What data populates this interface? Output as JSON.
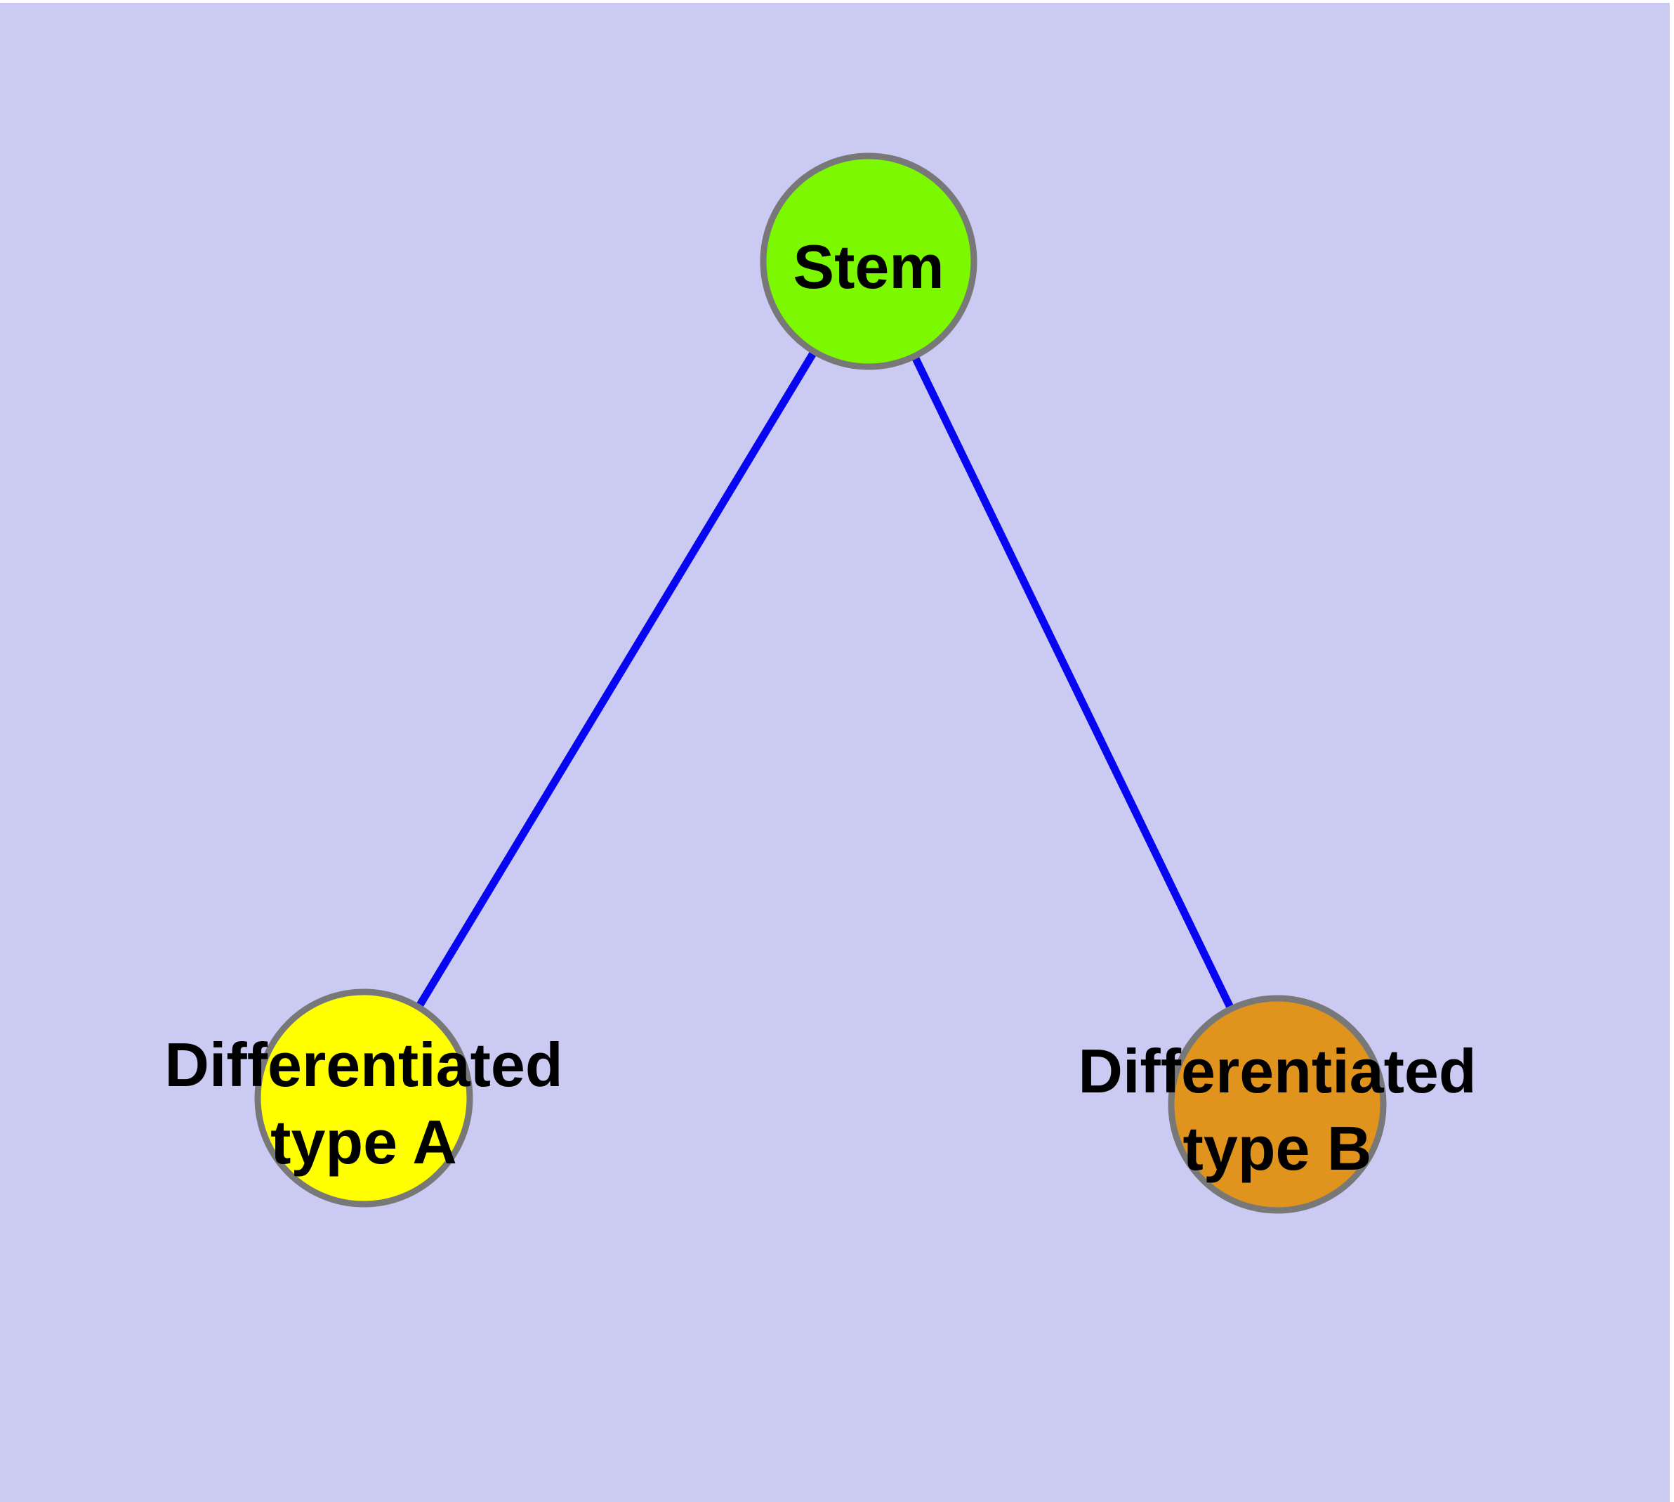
{
  "diagram": {
    "background_color": "#CACAF3",
    "page_margin_color": "#FFFFFF",
    "edge_color": "#0606F2",
    "node_border_color": "#787878",
    "label_color": "#000000",
    "nodes": [
      {
        "id": "stem",
        "label": "Stem",
        "label_line1": "Stem",
        "label_line2": "",
        "color": "#7CF800"
      },
      {
        "id": "typeA",
        "label": "Differentiated type A",
        "label_line1": "Differentiated",
        "label_line2": "type A",
        "color": "#FFFF00"
      },
      {
        "id": "typeB",
        "label": "Differentiated type B",
        "label_line1": "Differentiated",
        "label_line2": "type B",
        "color": "#E0941E"
      }
    ],
    "edges": [
      {
        "from": "stem",
        "to": "typeA"
      },
      {
        "from": "stem",
        "to": "typeB"
      }
    ]
  }
}
